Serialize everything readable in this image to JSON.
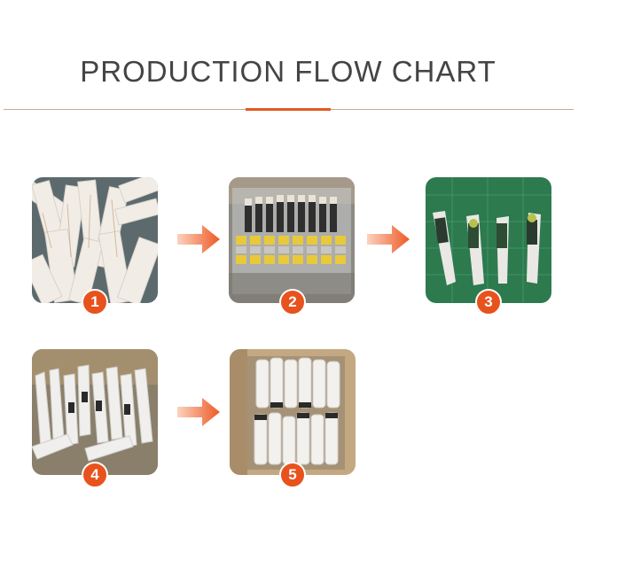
{
  "page": {
    "title": "PRODUCTION FLOW CHART"
  },
  "colors": {
    "accent": "#e25a22",
    "badge": "#e8521c",
    "arrow": "#ee5a25"
  },
  "steps": [
    {
      "number": "1",
      "icon": "raw-materials-photo"
    },
    {
      "number": "2",
      "icon": "motor-assembly-photo"
    },
    {
      "number": "3",
      "icon": "circuit-assembly-photo"
    },
    {
      "number": "4",
      "icon": "shell-assembly-photo"
    },
    {
      "number": "5",
      "icon": "packing-photo"
    }
  ]
}
